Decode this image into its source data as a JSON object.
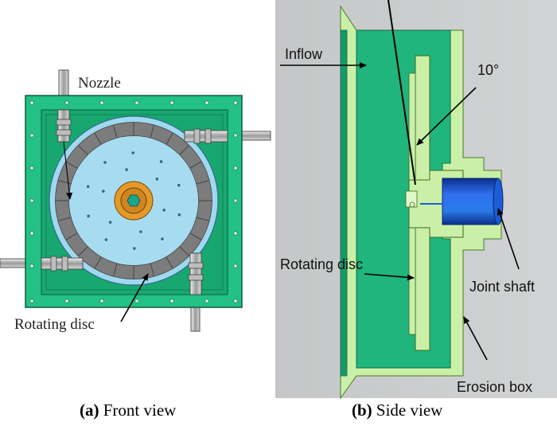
{
  "panels": {
    "front": {
      "labels": {
        "nozzle": "Nozzle",
        "rotating_disc": "Rotating disc"
      },
      "caption": {
        "tag": "(a)",
        "text": "Front view"
      }
    },
    "side": {
      "labels": {
        "inflow": "Inflow",
        "angle": "10°",
        "rotating_disc": "Rotating disc",
        "joint_shaft": "Joint shaft",
        "erosion_box": "Erosion box"
      },
      "caption": {
        "tag": "(b)",
        "text": "Side view"
      }
    }
  },
  "colors": {
    "box_green": "#1fb57c",
    "frame_green": "#22c285",
    "disc_blue": "#9fd8ef",
    "ring_gray": "#8a8a8a",
    "hub_orange": "#e39a2a",
    "disc_side": "#c9f0a6",
    "shaft_blue": "#1d5fd6",
    "side_bg": "#c9cbcc"
  }
}
